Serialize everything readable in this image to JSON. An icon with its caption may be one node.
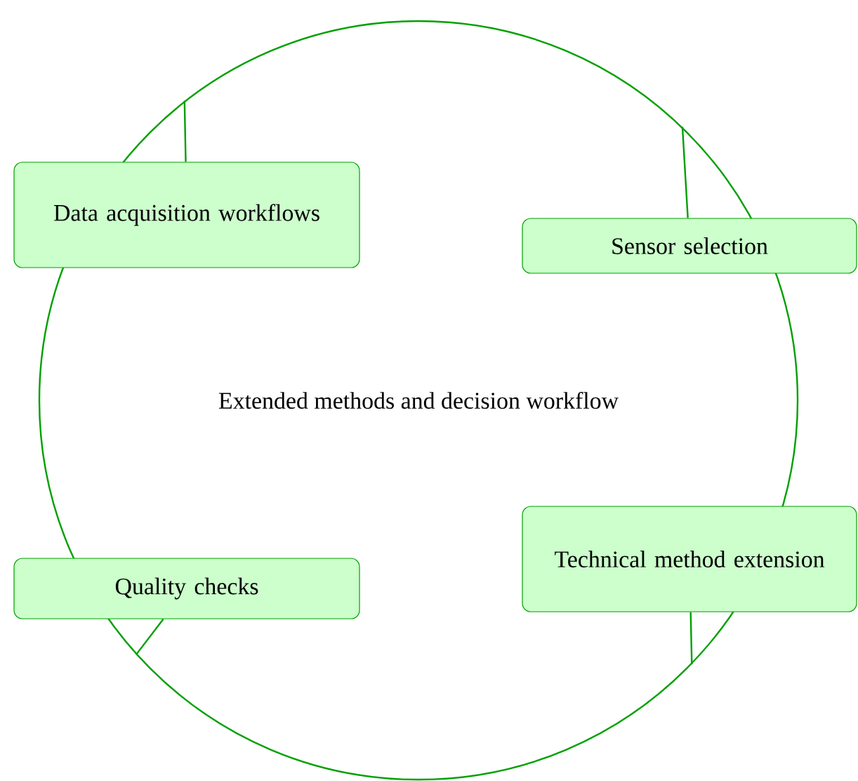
{
  "diagram": {
    "nodes": [
      {
        "text": [
          "Extended methods and decision workflow"
        ]
      },
      {
        "text": [
          "Data acquisition workflows"
        ]
      },
      {
        "text": [
          "Sensor selection"
        ]
      },
      {
        "text": [
          "Quality checks"
        ]
      },
      {
        "text": [
          "Technical method extension"
        ]
      }
    ],
    "edges": [
      {
        "from": 0,
        "to": 1,
        "arrow": "none"
      },
      {
        "from": 0,
        "to": 2,
        "arrow": "none"
      },
      {
        "from": 0,
        "to": 3,
        "arrow": "none"
      },
      {
        "from": 0,
        "to": 4,
        "arrow": "none"
      }
    ]
  }
}
